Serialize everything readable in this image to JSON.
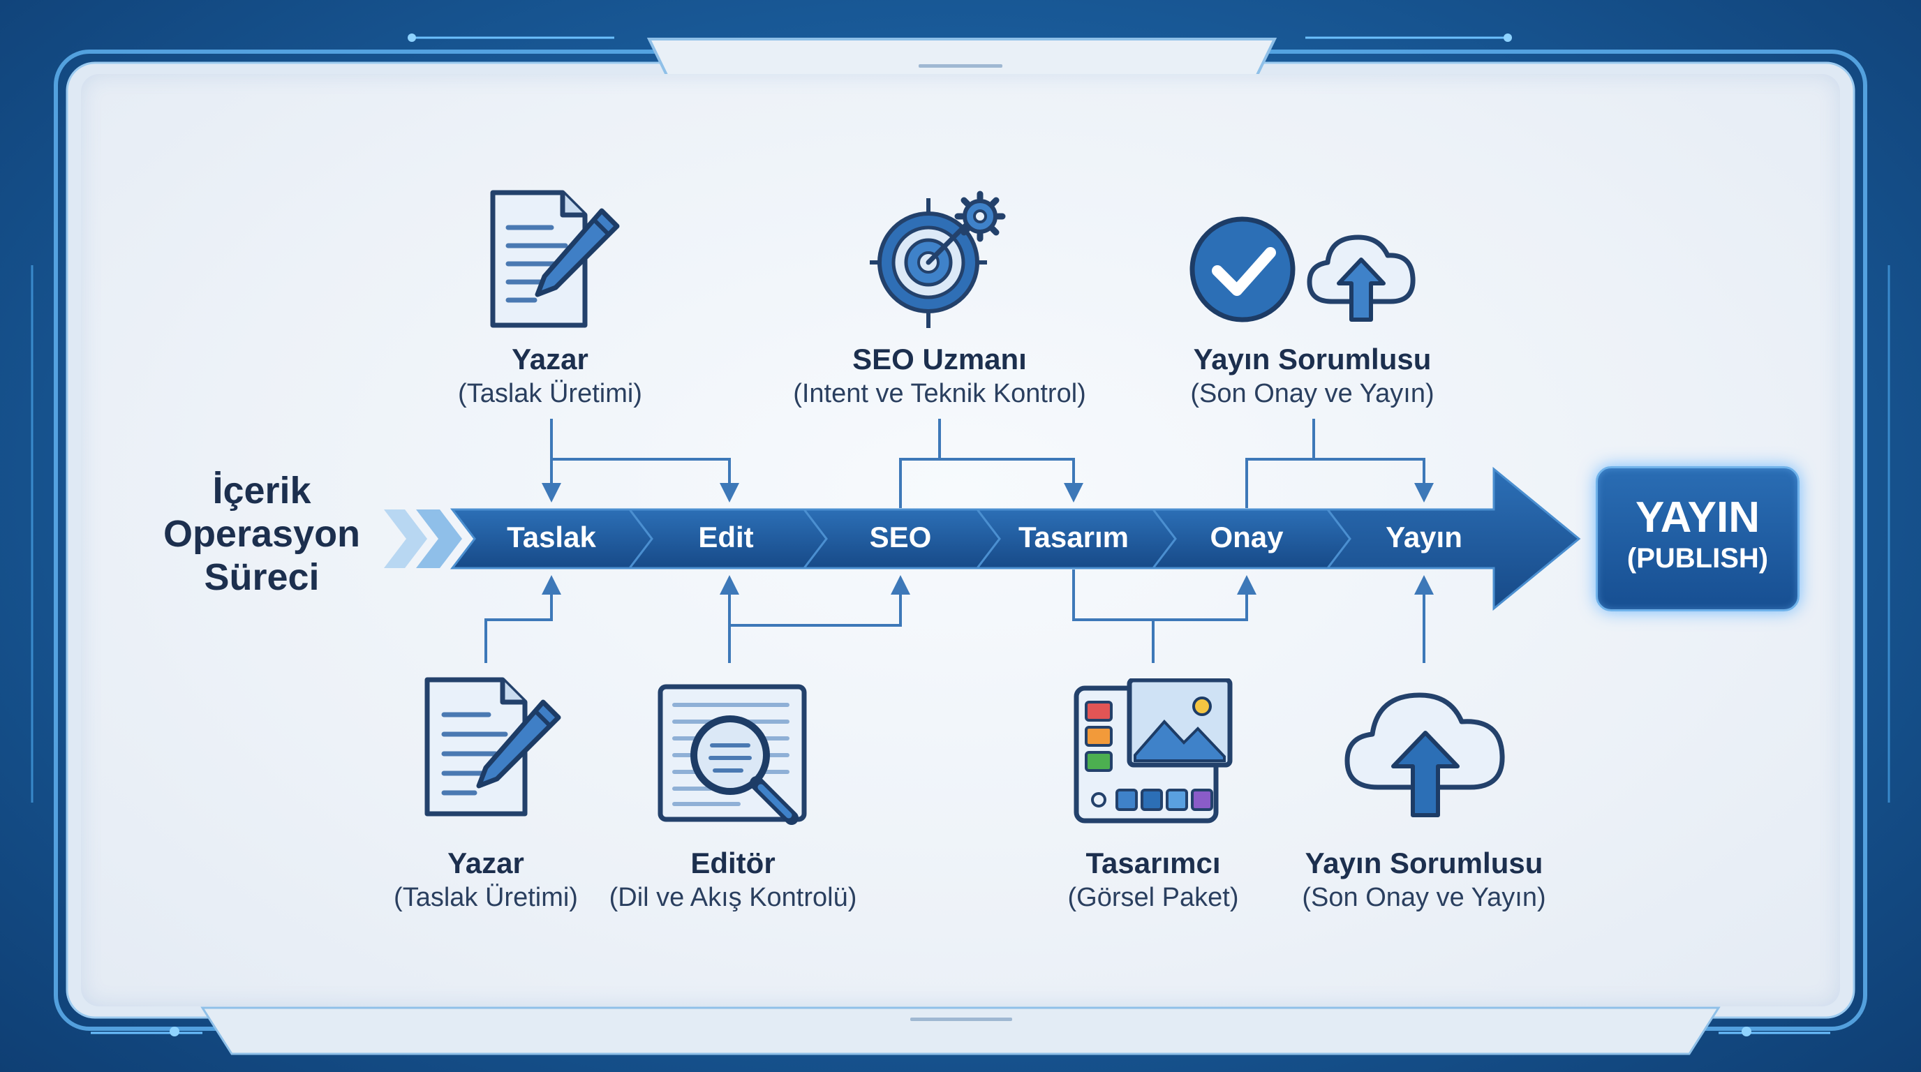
{
  "title": "İçerik Operasyon Süreci",
  "pipeline": {
    "segments": [
      "Taslak",
      "Edit",
      "SEO",
      "Tasarım",
      "Onay",
      "Yayın"
    ]
  },
  "publish": {
    "big": "YAYIN",
    "small": "(PUBLISH)"
  },
  "top_roles": [
    {
      "role": "Yazar",
      "sub": "(Taslak Üretimi)",
      "icon": "document-pen-icon"
    },
    {
      "role": "SEO Uzmanı",
      "sub": "(Intent ve Teknik Kontrol)",
      "icon": "target-gear-icon"
    },
    {
      "role": "Yayın Sorumlusu",
      "sub": "(Son Onay ve Yayın)",
      "icon": "check-cloud-upload-icon"
    }
  ],
  "bottom_roles": [
    {
      "role": "Yazar",
      "sub": "(Taslak Üretimi)",
      "icon": "document-pen-icon"
    },
    {
      "role": "Editör",
      "sub": "(Dil ve Akış Kontrolü)",
      "icon": "magnifier-document-icon"
    },
    {
      "role": "Tasarımcı",
      "sub": "(Görsel Paket)",
      "icon": "design-palette-icon"
    },
    {
      "role": "Yayın Sorumlusu",
      "sub": "(Son Onay ve Yayın)",
      "icon": "cloud-upload-icon"
    }
  ],
  "colors": {
    "arrow_dark": "#1b4f8f",
    "arrow_light": "#3a86cf",
    "connector": "#3d78b8",
    "text": "#1c2f4e"
  }
}
